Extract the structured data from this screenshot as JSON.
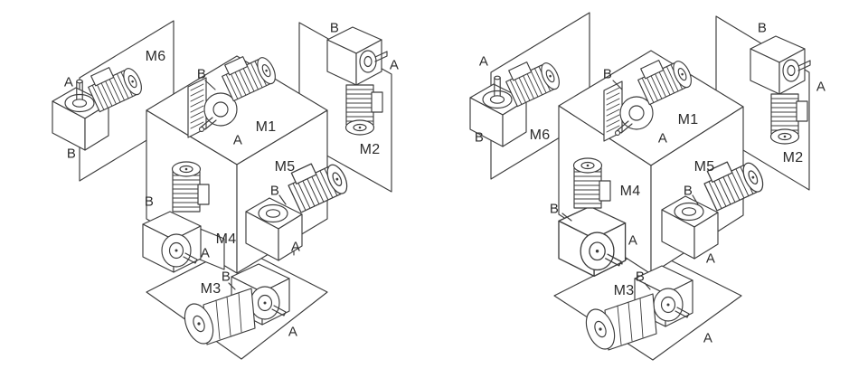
{
  "figure": {
    "kind": "gearmotor-mounting-positions-diagram",
    "colors": {
      "line": "#3c3c3c",
      "background": "#ffffff",
      "text": "#2b2b2b"
    }
  },
  "panels": [
    {
      "name": "left",
      "positions": [
        {
          "id": "m1",
          "label": "M1",
          "side_a": "A",
          "side_b": "B"
        },
        {
          "id": "m2",
          "label": "M2",
          "side_a": "A",
          "side_b": "B"
        },
        {
          "id": "m3",
          "label": "M3",
          "side_a": "A",
          "side_b": "B"
        },
        {
          "id": "m4",
          "label": "M4",
          "side_a": "A",
          "side_b": "B"
        },
        {
          "id": "m5",
          "label": "M5",
          "side_a": "A",
          "side_b": "B"
        },
        {
          "id": "m6",
          "label": "M6",
          "side_a": "A",
          "side_b": "B"
        }
      ]
    },
    {
      "name": "right",
      "positions": [
        {
          "id": "m1",
          "label": "M1",
          "side_a": "A",
          "side_b": "B"
        },
        {
          "id": "m2",
          "label": "M2",
          "side_a": "A",
          "side_b": "B"
        },
        {
          "id": "m3",
          "label": "M3",
          "side_a": "A",
          "side_b": "B"
        },
        {
          "id": "m4",
          "label": "M4",
          "side_a": "A",
          "side_b": "B"
        },
        {
          "id": "m5",
          "label": "M5",
          "side_a": "A",
          "side_b": "B"
        },
        {
          "id": "m6",
          "label": "M6",
          "side_a": "A",
          "side_b": "B"
        }
      ]
    }
  ]
}
